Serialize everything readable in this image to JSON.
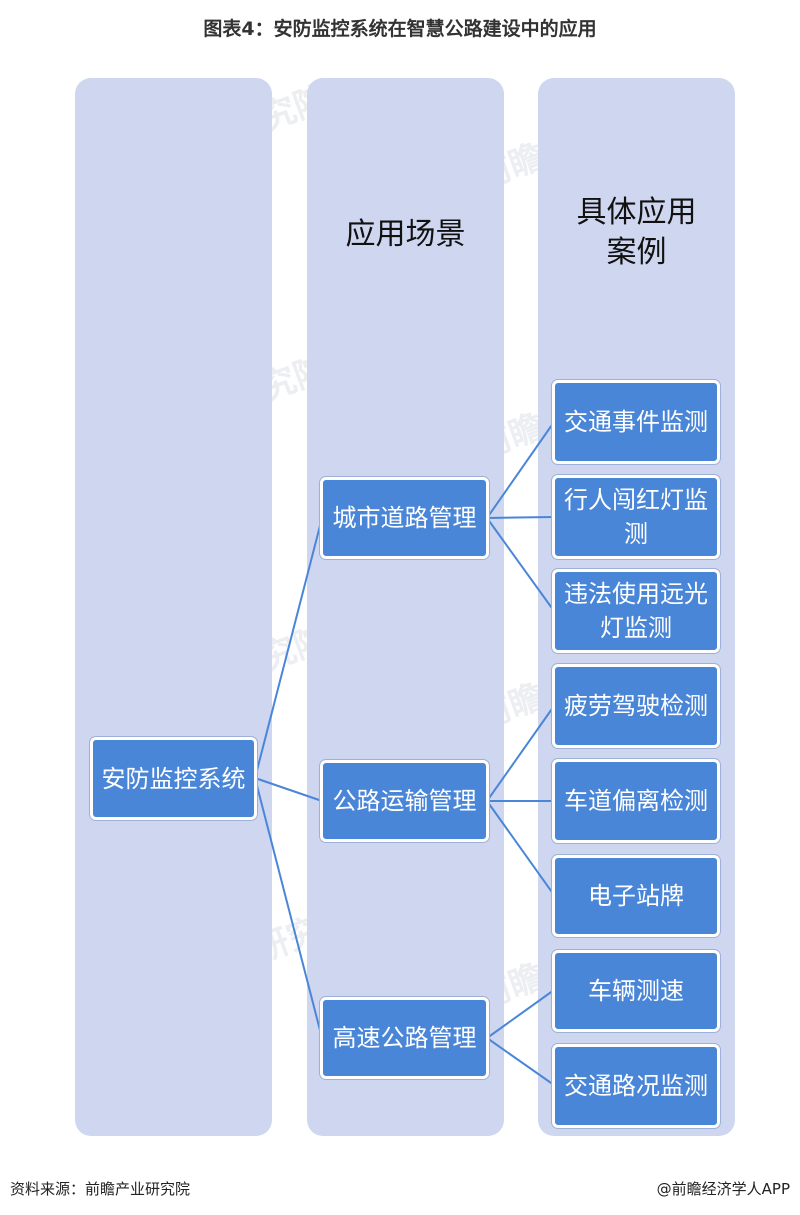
{
  "title": "图表4：安防监控系统在智慧公路建设中的应用",
  "columns": {
    "scene_header": "应用场景",
    "case_header": "具体应用\n案例"
  },
  "root": {
    "label": "安防监控系统"
  },
  "scenes": [
    {
      "label": "城市道路管理"
    },
    {
      "label": "公路运输管理"
    },
    {
      "label": "高速公路管理"
    }
  ],
  "cases": [
    {
      "label": "交通事件监测"
    },
    {
      "label": "行人闯红灯监测"
    },
    {
      "label": "违法使用远光灯监测"
    },
    {
      "label": "疲劳驾驶检测"
    },
    {
      "label": "车道偏离检测"
    },
    {
      "label": "电子站牌"
    },
    {
      "label": "车辆测速"
    },
    {
      "label": "交通路况监测"
    }
  ],
  "watermark": "前瞻产业研究院",
  "footer": {
    "source": "资料来源：前瞻产业研究院",
    "brand": "@前瞻经济学人APP"
  },
  "colors": {
    "column_bg": "#cfd6ef",
    "node_fill": "#4a86d8",
    "link": "#4a86d8"
  }
}
